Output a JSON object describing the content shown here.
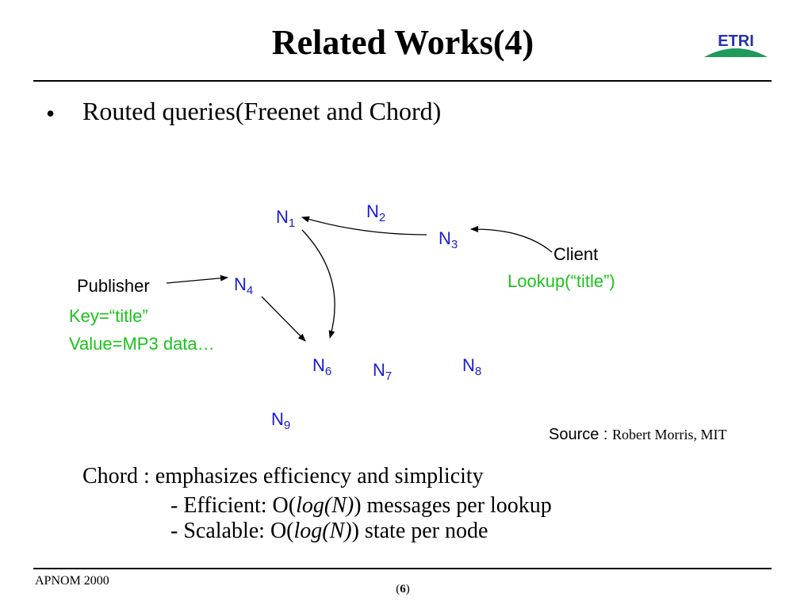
{
  "slide": {
    "title": "Related Works(4)",
    "bullet_marker": "•",
    "bullet_text": "Routed queries(Freenet and Chord)",
    "logo_text": "ETRI"
  },
  "diagram": {
    "nodes": [
      {
        "base": "N",
        "sub": "1"
      },
      {
        "base": "N",
        "sub": "2"
      },
      {
        "base": "N",
        "sub": "3"
      },
      {
        "base": "N",
        "sub": "4"
      },
      {
        "base": "N",
        "sub": "6"
      },
      {
        "base": "N",
        "sub": "7"
      },
      {
        "base": "N",
        "sub": "8"
      },
      {
        "base": "N",
        "sub": "9"
      }
    ],
    "publisher_label": "Publisher",
    "publisher_key": "Key=“title”",
    "publisher_value": "Value=MP3 data…",
    "client_label": "Client",
    "client_lookup": "Lookup(“title”)",
    "colors": {
      "node": "#1a1ad6",
      "annotation": "#19c419",
      "logo_blue": "#2233aa",
      "logo_green": "#1e9a5a"
    }
  },
  "source": {
    "prefix": "Source : ",
    "author": "Robert Morris, MIT"
  },
  "text": {
    "line1": "Chord : emphasizes efficiency and simplicity",
    "line2_pre": "- Efficient: O(",
    "line2_ital": "log(N)",
    "line2_post": ") messages per lookup",
    "line3_pre": "- Scalable: O(",
    "line3_ital": "log(N)",
    "line3_post": ") state per node"
  },
  "footer": {
    "left": "APNOM 2000",
    "page_open": "(",
    "page_num": "6",
    "page_close": ")"
  }
}
